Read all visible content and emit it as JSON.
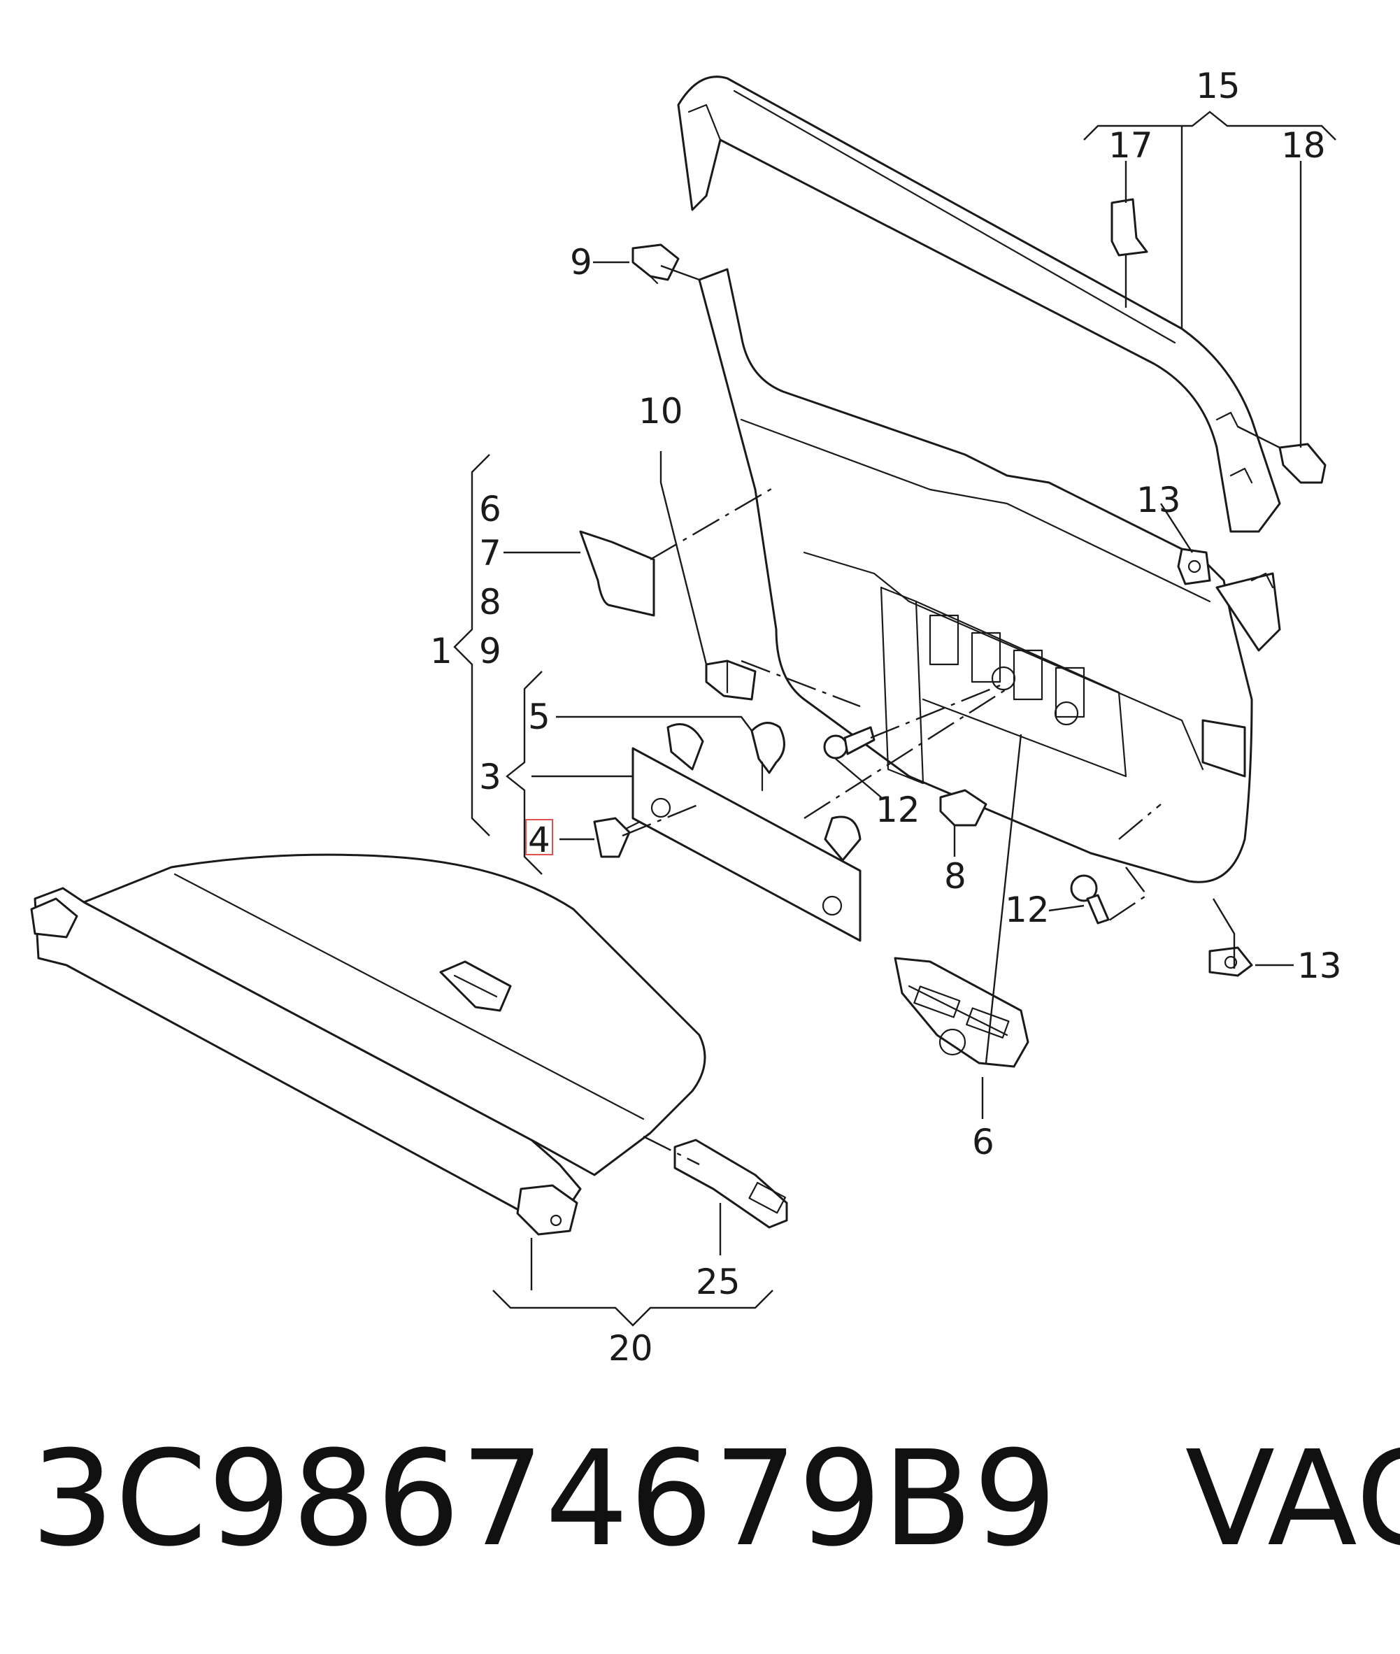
{
  "callouts": {
    "c1": "1",
    "c3": "3",
    "c4": "4",
    "c5": "5",
    "c6a": "6",
    "c6b": "6",
    "c7": "7",
    "c8a": "8",
    "c8b": "8",
    "c9a": "9",
    "c9b": "9",
    "c10": "10",
    "c12a": "12",
    "c12b": "12",
    "c13a": "13",
    "c13b": "13",
    "c15": "15",
    "c17": "17",
    "c18": "18",
    "c20": "20",
    "c25": "25"
  },
  "footer": {
    "part_number": "3C98674679B9",
    "brand": "VAG"
  },
  "colors": {
    "line": "#1a1a1a",
    "highlight": "#e05050"
  }
}
